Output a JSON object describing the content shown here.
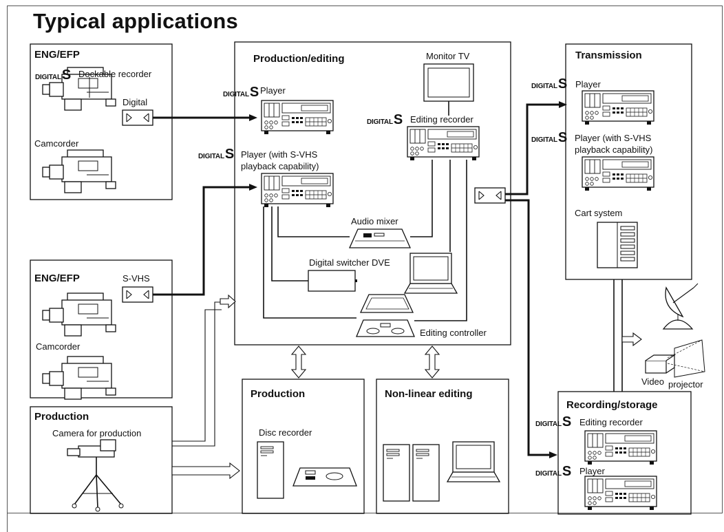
{
  "title": "Typical applications",
  "logo": {
    "prefix": "DIGITAL",
    "letter": "S"
  },
  "sections": {
    "eng1": {
      "title": "ENG/EFP",
      "dockable": "Dockable recorder",
      "tape": "Digital",
      "camcorder": "Camcorder"
    },
    "eng2": {
      "title": "ENG/EFP",
      "tape": "S-VHS",
      "camcorder": "Camcorder"
    },
    "production_left": {
      "title": "Production",
      "camera": "Camera for production"
    },
    "prodedit": {
      "title": "Production/editing",
      "monitor": "Monitor TV",
      "player": "Player",
      "player_svhs_1": "Player (with S-VHS",
      "player_svhs_2": "playback capability)",
      "editing_recorder": "Editing recorder",
      "audio_mixer": "Audio mixer",
      "switcher": "Digital switcher DVE",
      "controller": "Editing controller"
    },
    "production_mid": {
      "title": "Production",
      "disc": "Disc recorder"
    },
    "nonlinear": {
      "title": "Non-linear editing"
    },
    "transmission": {
      "title": "Transmission",
      "player": "Player",
      "player_svhs_1": "Player (with S-VHS",
      "player_svhs_2": "playback capability)",
      "cart": "Cart system"
    },
    "projector": {
      "video": "Video",
      "projector": "projector"
    },
    "recording": {
      "title": "Recording/storage",
      "editing_recorder": "Editing recorder",
      "player": "Player"
    }
  }
}
